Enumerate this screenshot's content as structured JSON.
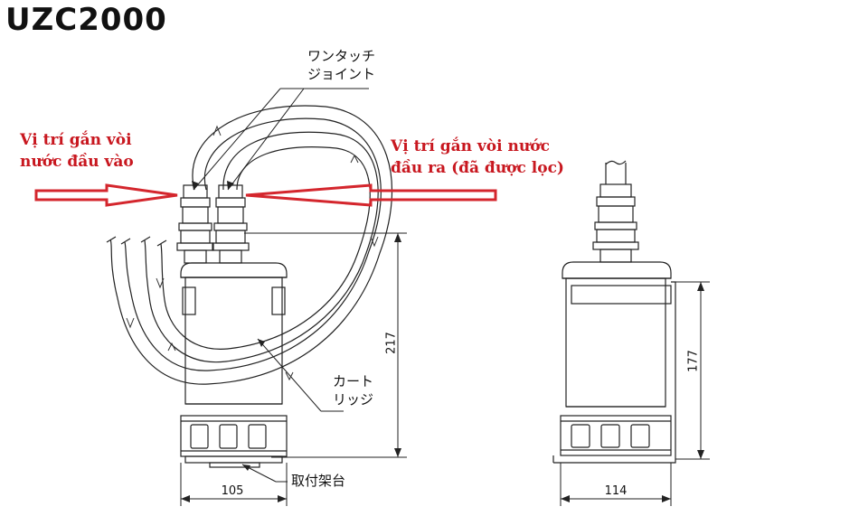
{
  "title": "UZC2000",
  "labels": {
    "inlet": [
      "Vị trí gắn vòi",
      "nước đầu vào"
    ],
    "outlet": [
      "Vị trí gắn vòi nước",
      "đầu ra (đã được lọc)"
    ],
    "joint": [
      "ワンタッチ",
      "ジョイント"
    ],
    "cartridge": [
      "カート",
      "リッジ"
    ],
    "mount": "取付架台"
  },
  "dimensions": {
    "front_height": "217",
    "front_width": "105",
    "side_height": "177",
    "side_width": "114"
  },
  "colors": {
    "annotation": "#c8171f",
    "line": "#222222"
  }
}
